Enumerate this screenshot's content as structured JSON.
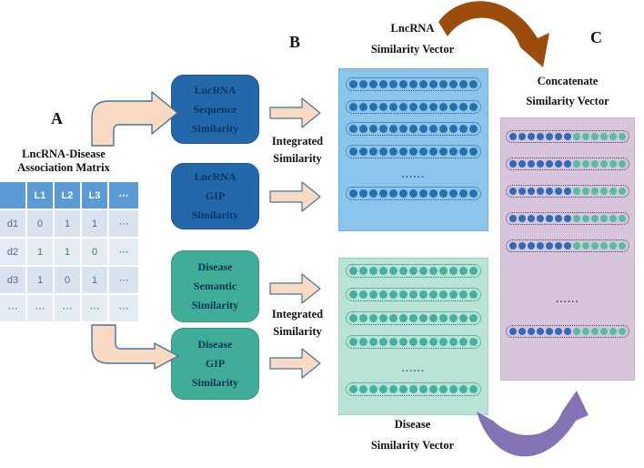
{
  "section_labels": {
    "a": "A",
    "b": "B",
    "c": "C"
  },
  "matrix": {
    "title_line1": "LncRNA-Disease",
    "title_line2": "Association Matrix",
    "table": {
      "headers": [
        "",
        "L1",
        "L2",
        "L3",
        "⋯"
      ],
      "rows": [
        [
          "d1",
          "0",
          "1",
          "1",
          "⋯"
        ],
        [
          "d2",
          "1",
          "1",
          "0",
          "⋯"
        ],
        [
          "d3",
          "1",
          "0",
          "1",
          "⋯"
        ],
        [
          "⋯",
          "⋯",
          "⋯",
          "⋯",
          "⋯"
        ]
      ]
    }
  },
  "process_boxes": [
    {
      "id": "lncrna-sequence-similarity",
      "lines": [
        "LncRNA",
        "Sequence",
        "Similarity"
      ],
      "color": "#2368ab"
    },
    {
      "id": "lncrna-gip-similarity",
      "lines": [
        "LncRNA",
        "GIP",
        "Similarity"
      ],
      "color": "#2368ab"
    },
    {
      "id": "disease-semantic-similarity",
      "lines": [
        "Disease",
        "Semantic",
        "Similarity"
      ],
      "color": "#40ad99"
    },
    {
      "id": "disease-gip-similarity",
      "lines": [
        "Disease",
        "GIP",
        "Similarity"
      ],
      "color": "#40ad99"
    }
  ],
  "integrated_labels": [
    {
      "line1": "Integrated",
      "line2": "Similarity"
    },
    {
      "line1": "Integrated",
      "line2": "Similarity"
    }
  ],
  "vector_titles": {
    "lncrna": {
      "line1": "LncRNA",
      "line2": "Similarity Vector"
    },
    "disease": {
      "line1": "Disease",
      "line2": "Similarity Vector"
    },
    "concatenate": {
      "line1": "Concatenate",
      "line2": "Similarity Vector"
    }
  },
  "vector_panels": {
    "lncrna": {
      "rows_above": 4,
      "rows_below": 1,
      "circles_per_row": 13,
      "dots_text": "......",
      "circle_color": "#2471ae",
      "bg_color": "#8bc5eb"
    },
    "disease": {
      "rows_above": 4,
      "rows_below": 1,
      "circles_per_row": 13,
      "dots_text": "......",
      "circle_color": "#44b19c",
      "bg_color": "#b9e3d7"
    },
    "concatenate": {
      "rows_above": 5,
      "rows_below": 1,
      "circles_per_row": 13,
      "dots_text": "......",
      "split_first_count": 7,
      "split_first_color": "#2d6cb5",
      "split_rest_color": "#52bfa0",
      "bg_color": "#d8c5db"
    }
  },
  "arrow_colors": {
    "block_fill": "#f8d9c1",
    "block_stroke": "#46749e",
    "curved_top": "#9c4d0d",
    "curved_bottom": "#8273b4"
  }
}
